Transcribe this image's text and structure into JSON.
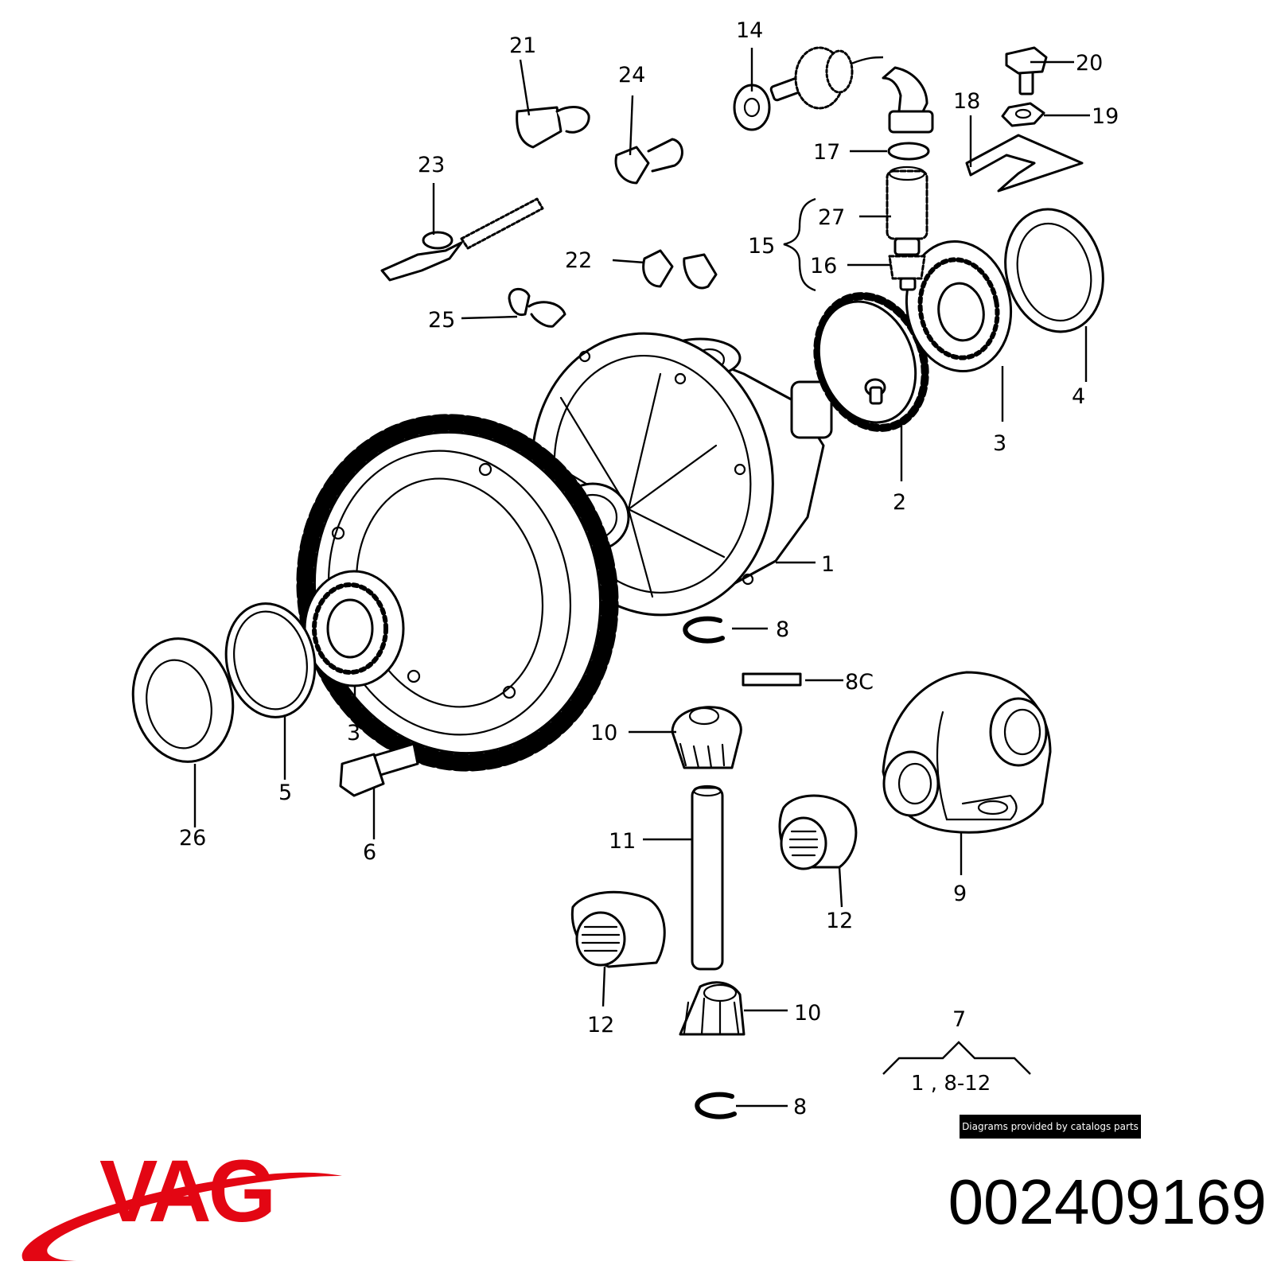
{
  "brand": {
    "logo_text": "VAG",
    "logo_color": "#e30613"
  },
  "part_number": "002409169",
  "credit": "Diagrams provided by catalogs parts",
  "group_bracket": {
    "top": "7",
    "bottom": "1 , 8-12"
  },
  "callouts": {
    "c1": "1",
    "c2": "2",
    "c3a": "3",
    "c3b": "3",
    "c4": "4",
    "c5": "5",
    "c6": "6",
    "c8a": "8",
    "c8c": "8C",
    "c8b": "8",
    "c9": "9",
    "c10a": "10",
    "c10b": "10",
    "c11": "11",
    "c12a": "12",
    "c12b": "12",
    "c14": "14",
    "c15": "15",
    "c16": "16",
    "c17": "17",
    "c18": "18",
    "c19": "19",
    "c20": "20",
    "c21": "21",
    "c22": "22",
    "c23": "23",
    "c24": "24",
    "c25": "25",
    "c26": "26",
    "c27": "27"
  }
}
